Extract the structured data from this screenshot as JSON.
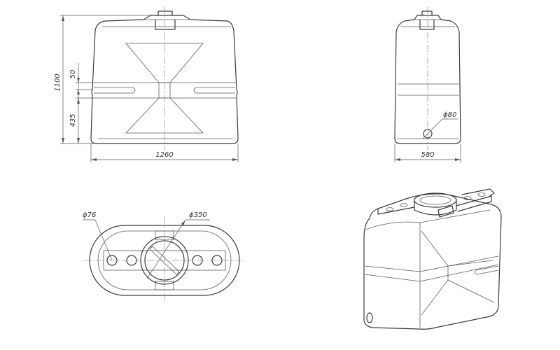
{
  "dimensions": {
    "height_total": "1100",
    "step_upper": "50",
    "step_lower": "435",
    "width_front": "1260",
    "width_side": "580",
    "outlet_diameter": "ϕ80",
    "fitting_diameter": "ϕ76",
    "lid_diameter": "ϕ350"
  },
  "colors": {
    "line": "#3a3a3a",
    "background": "#ffffff"
  }
}
